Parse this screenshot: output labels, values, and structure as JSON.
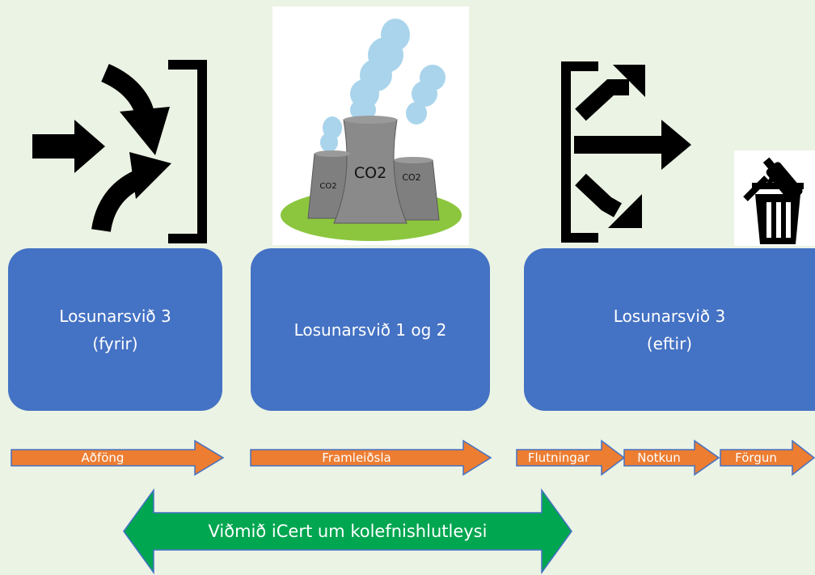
{
  "colors": {
    "background": "#ebf3e4",
    "box": "#4472c4",
    "step_arrow": "#ed7d31",
    "range_arrow": "#00a650"
  },
  "icons": {
    "inputs": "inputs-bracket-arrows-icon",
    "plant": "power-plant-co2-icon",
    "outputs": "outputs-bracket-arrows-icon",
    "disposal": "trash-bin-bottle-icon"
  },
  "plant": {
    "main_label": "CO2",
    "left_label": "CO2",
    "right_label": "CO2"
  },
  "boxes": [
    {
      "label": "Losunarsvið 3\n(fyrir)"
    },
    {
      "label": "Losunarsvið 1 og 2"
    },
    {
      "label": "Losunarsvið 3\n(eftir)"
    }
  ],
  "steps": [
    {
      "label": "Aðföng"
    },
    {
      "label": "Framleiðsla"
    },
    {
      "label": "Flutningar"
    },
    {
      "label": "Notkun"
    },
    {
      "label": "Förgun"
    }
  ],
  "range_arrow": {
    "label": "Viðmið iCert um kolefnishlutleysi"
  }
}
